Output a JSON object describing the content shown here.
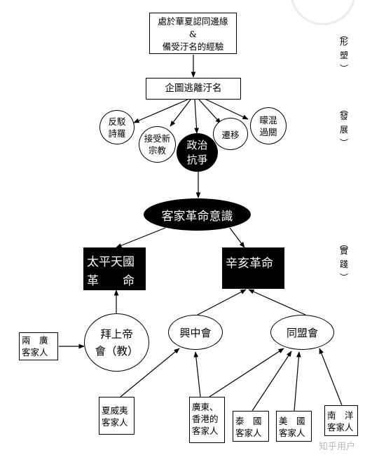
{
  "nodes": {
    "origin": "處於華夏認同邊緣\n&\n備受汙名的經驗",
    "escape": "企圖逃離汙名",
    "rebut": "反駁\n詩羅",
    "accept_religion": "接受新\n宗教",
    "politics": "政治\n抗爭",
    "migrate": "遷移",
    "blend": "矇混\n過關",
    "consciousness": "客家革命意識",
    "taiping_line1": "太平天國",
    "taiping_line2": "革　　命",
    "xinhai": "辛亥革命",
    "god_society": "拜上帝\n會（教）",
    "xingzhong": "興中會",
    "tongmeng": "同盟會",
    "lianguang_line1": "兩　廣",
    "lianguang_line2": "客家人",
    "hawaii": "夏威夷\n客家人",
    "guangdong_hk": "廣東、\n香港的\n客家人",
    "thailand": "泰　國\n客家人",
    "usa": "美　國\n客家人",
    "nanyang": "南　洋\n客家人"
  },
  "phases": {
    "formation": "（形塑）",
    "development": "（發展）",
    "practice": "（實踐）"
  },
  "watermark": "知乎用户",
  "colors": {
    "line": "#000000",
    "fill_dark": "#000000",
    "fill_light": "#ffffff",
    "watermark": "#b8b8b8"
  }
}
